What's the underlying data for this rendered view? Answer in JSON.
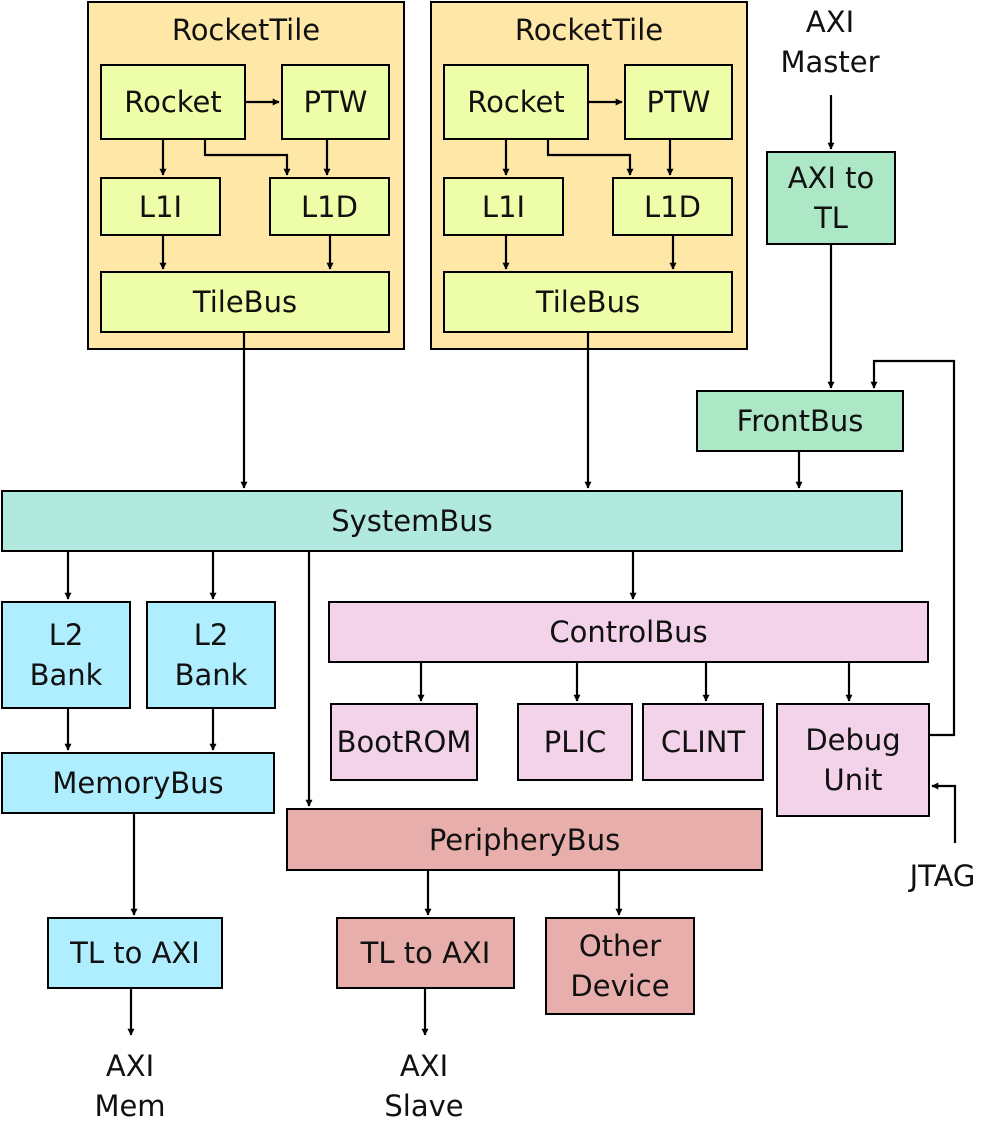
{
  "tiles": [
    {
      "title": "RocketTile",
      "rocket": "Rocket",
      "ptw": "PTW",
      "l1i": "L1I",
      "l1d": "L1D",
      "tilebus": "TileBus"
    },
    {
      "title": "RocketTile",
      "rocket": "Rocket",
      "ptw": "PTW",
      "l1i": "L1I",
      "l1d": "L1D",
      "tilebus": "TileBus"
    }
  ],
  "axi_master": {
    "label": "AXI\nMaster"
  },
  "axi_to_tl": {
    "label": "AXI to\nTL"
  },
  "frontbus": {
    "label": "FrontBus"
  },
  "systembus": {
    "label": "SystemBus"
  },
  "l2_banks": [
    "L2\nBank",
    "L2\nBank"
  ],
  "memorybus": {
    "label": "MemoryBus"
  },
  "mem_tl_to_axi": {
    "label": "TL to AXI"
  },
  "axi_mem": {
    "label": "AXI\nMem"
  },
  "controlbus": {
    "label": "ControlBus"
  },
  "bootrom": {
    "label": "BootROM"
  },
  "plic": {
    "label": "PLIC"
  },
  "clint": {
    "label": "CLINT"
  },
  "debug_unit": {
    "label": "Debug\nUnit"
  },
  "jtag": {
    "label": "JTAG"
  },
  "peripherybus": {
    "label": "PeripheryBus"
  },
  "periph_tl_to_axi": {
    "label": "TL to AXI"
  },
  "other_device": {
    "label": "Other\nDevice"
  },
  "axi_slave": {
    "label": "AXI\nSlave"
  },
  "colors": {
    "tile": "#ffe7a8",
    "tile_components": "#eefea8",
    "systembus": "#b2e9df",
    "frontbus": "#ade8c6",
    "memory": "#aeeeff",
    "control": "#f2d3ea",
    "periphery": "#e7aeab"
  }
}
